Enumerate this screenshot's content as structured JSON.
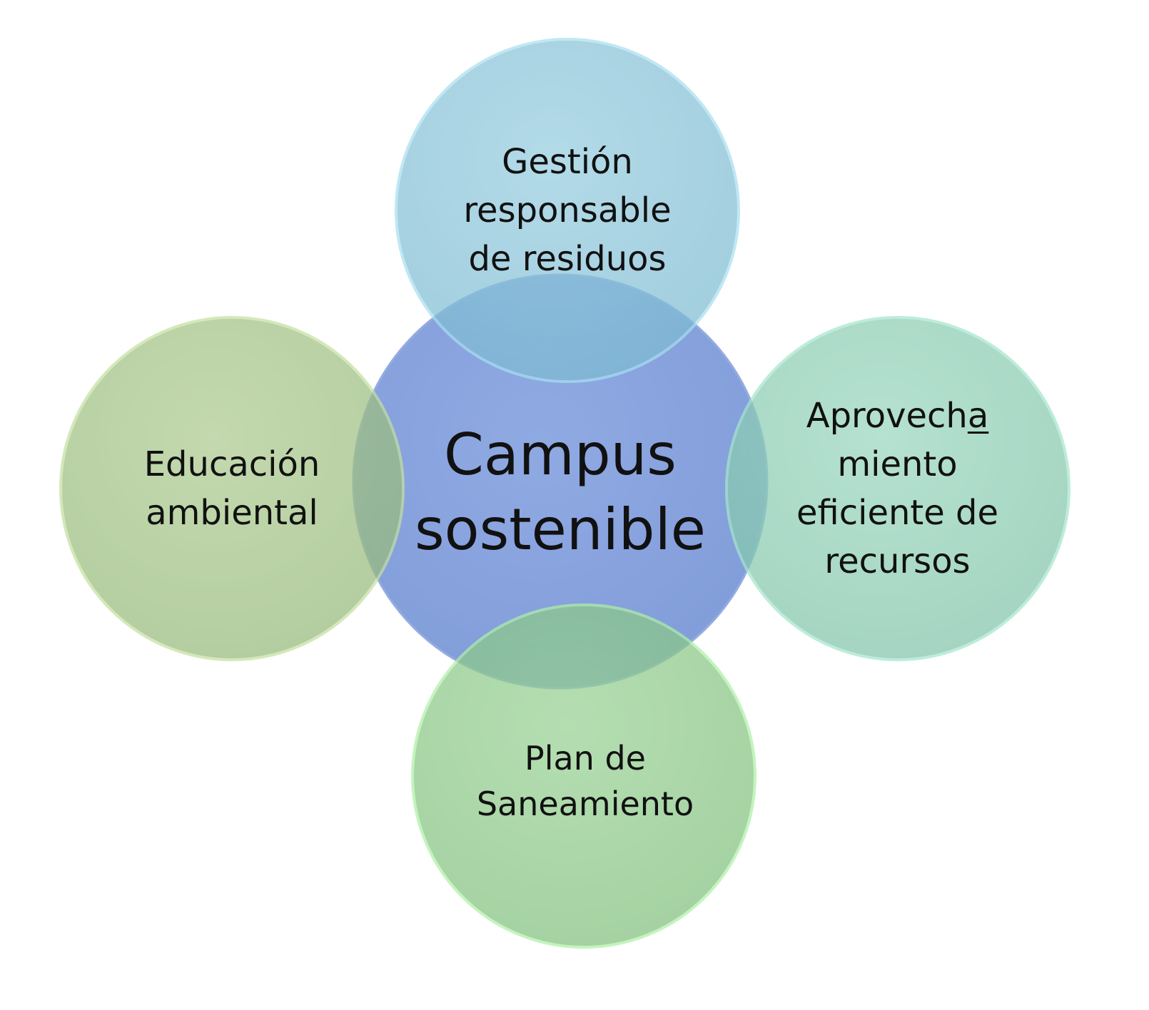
{
  "diagram": {
    "center": {
      "line1": "Campus",
      "line2": "sostenible",
      "color": "#7f9cdb"
    },
    "top": {
      "line1": "Gestión",
      "line2": "responsable",
      "line3": "de residuos",
      "color": "#8ac4d8"
    },
    "left": {
      "line1": "Educación",
      "line2": "ambiental",
      "color": "#a3c486"
    },
    "right": {
      "line1_main": "Aprovech",
      "line1_underlined": "a",
      "line2": "miento",
      "line3": "eficiente de",
      "line4": "recursos",
      "color": "#8fd0b6"
    },
    "bottom": {
      "line1": "Plan de",
      "line2": "Saneamiento",
      "color": "#8ecb8b"
    }
  }
}
